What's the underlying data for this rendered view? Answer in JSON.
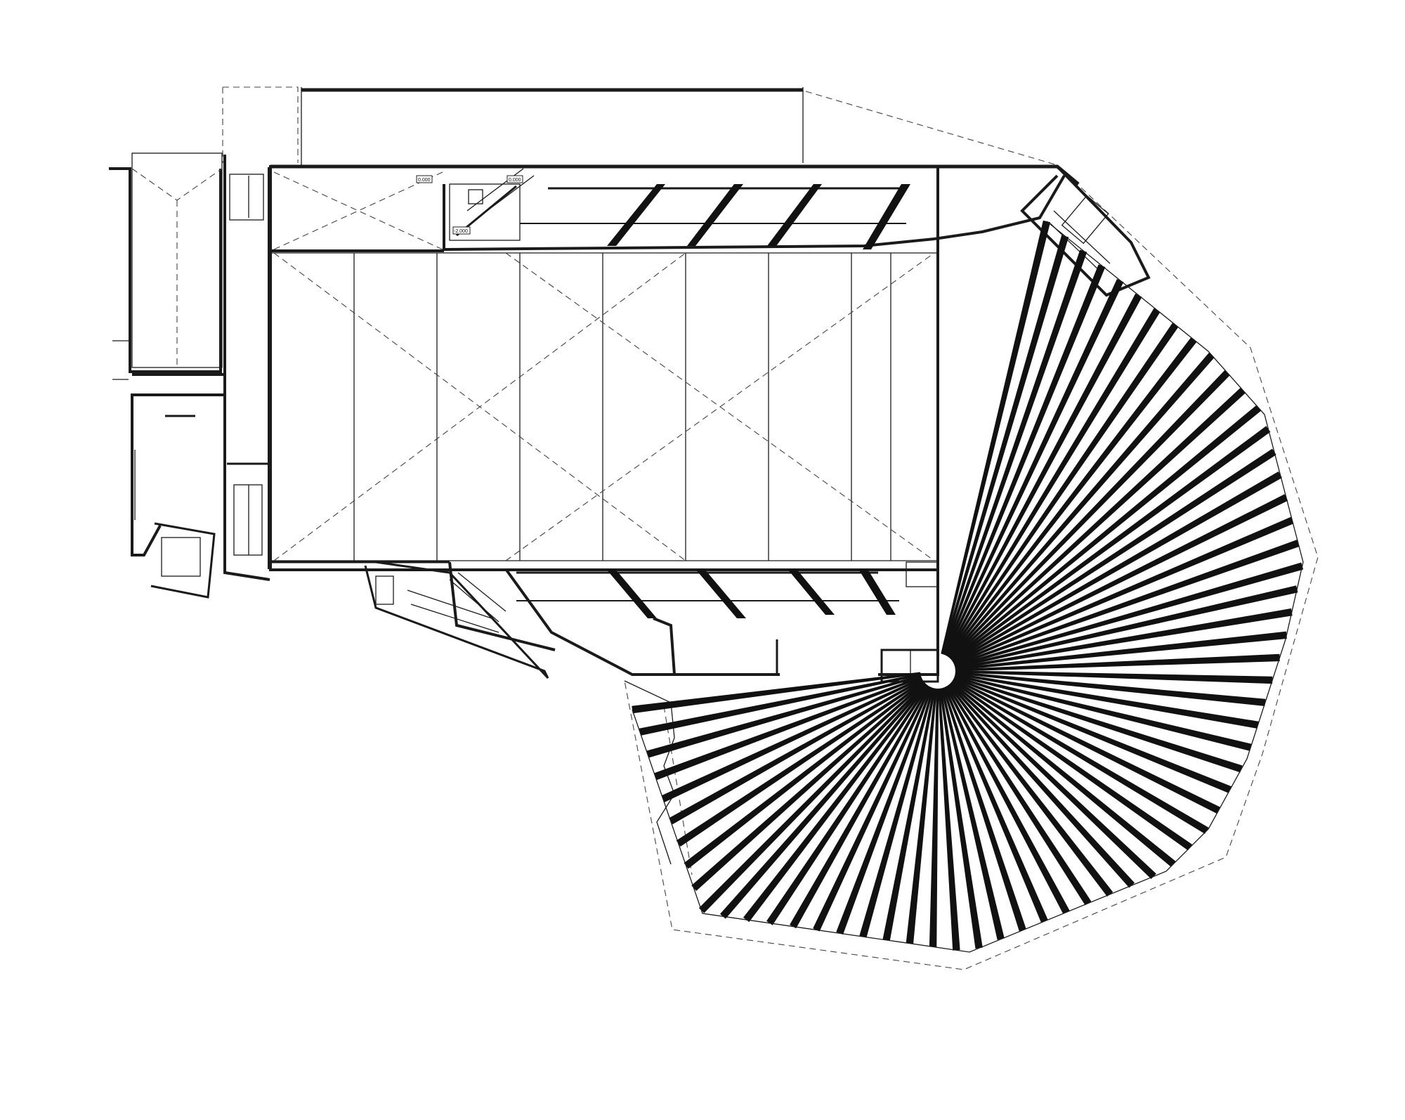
{
  "drawing": {
    "colors": {
      "line": "#1a1a1a",
      "background": "#ffffff"
    },
    "level_labels": [
      {
        "id": "lvl-a",
        "text": "0.000"
      },
      {
        "id": "lvl-b",
        "text": "0.000"
      },
      {
        "id": "lvl-c",
        "text": "-2.000"
      }
    ]
  }
}
